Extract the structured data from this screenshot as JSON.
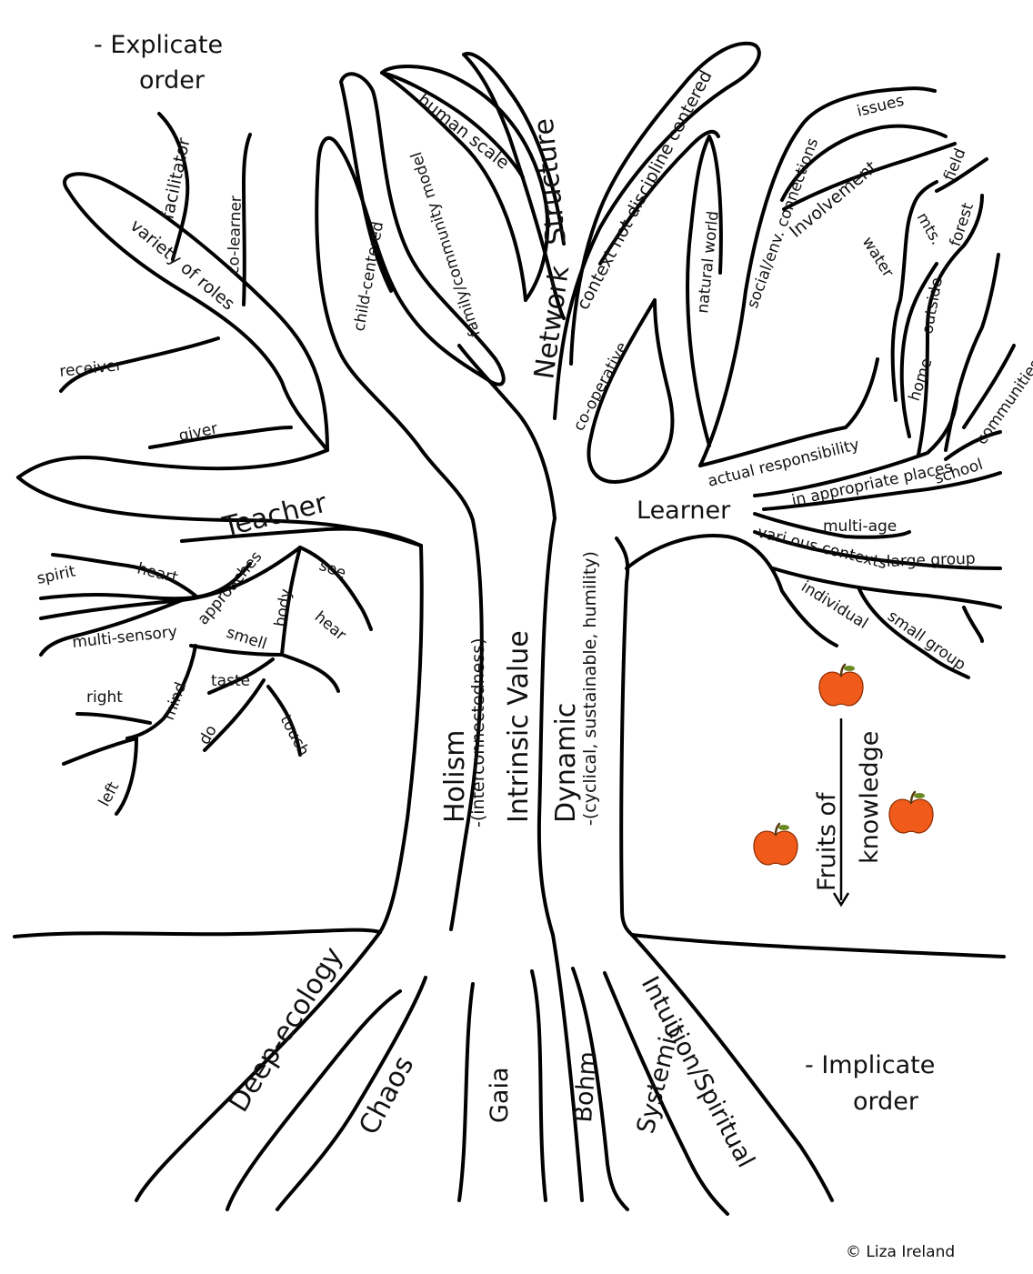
{
  "title_top": [
    "- Explicate",
    "order"
  ],
  "title_bottom": [
    "- Implicate",
    "order"
  ],
  "copyright": "© Liza Ireland",
  "trunk": {
    "holism": "Holism",
    "holism_sub": "-(interconnectedness)",
    "intrinsic": "Intrinsic Value",
    "dynamic": "Dynamic",
    "dynamic_sub": "-(cyclical, sustainable, humility)"
  },
  "teacher": {
    "label": "Teacher",
    "items": {
      "facilitator": "facilitator",
      "co_learner": "co-learner",
      "variety": "variety of roles",
      "receiver": "receiver",
      "giver": "giver",
      "spirit": "spirit",
      "heart": "heart",
      "approaches": "approaches",
      "multi": "multi-sensory",
      "body": "body",
      "see": "see",
      "smell": "smell",
      "hear": "hear",
      "taste": "taste",
      "right": "right",
      "mind": "mind",
      "do": "do",
      "touch": "touch",
      "left": "left"
    }
  },
  "center": {
    "child": "child-centered",
    "family": "family/community model",
    "human": "human scale",
    "structure": "Structure",
    "network": "Network",
    "context": "context not discipline centered",
    "cooperative": "co-operative",
    "natural": "natural world",
    "social": "social/env. connections",
    "issues": "issues",
    "involvement": "Involvement"
  },
  "learner": {
    "label": "Learner",
    "items": {
      "field": "field",
      "forest": "forest",
      "mts": "mts.",
      "water": "water",
      "outside": "outside",
      "home": "home",
      "communities": "communities",
      "actual": "actual responsibility",
      "appropriate": "in appropriate places",
      "school": "school",
      "multi_age": "multi-age",
      "various": "vari ous contexts",
      "large": "large group",
      "individual": "individual",
      "small": "small group"
    }
  },
  "fruits": "Fruits of",
  "knowledge": "knowledge",
  "roots": {
    "deep": "Deep-ecology",
    "chaos": "Chaos",
    "gaia": "Gaia",
    "bohm": "Bohm",
    "systemic": "Systemic",
    "intuition": "Intuition/Spiritual"
  },
  "colors": {
    "apple": "#f05a1a",
    "line": "#000000"
  }
}
